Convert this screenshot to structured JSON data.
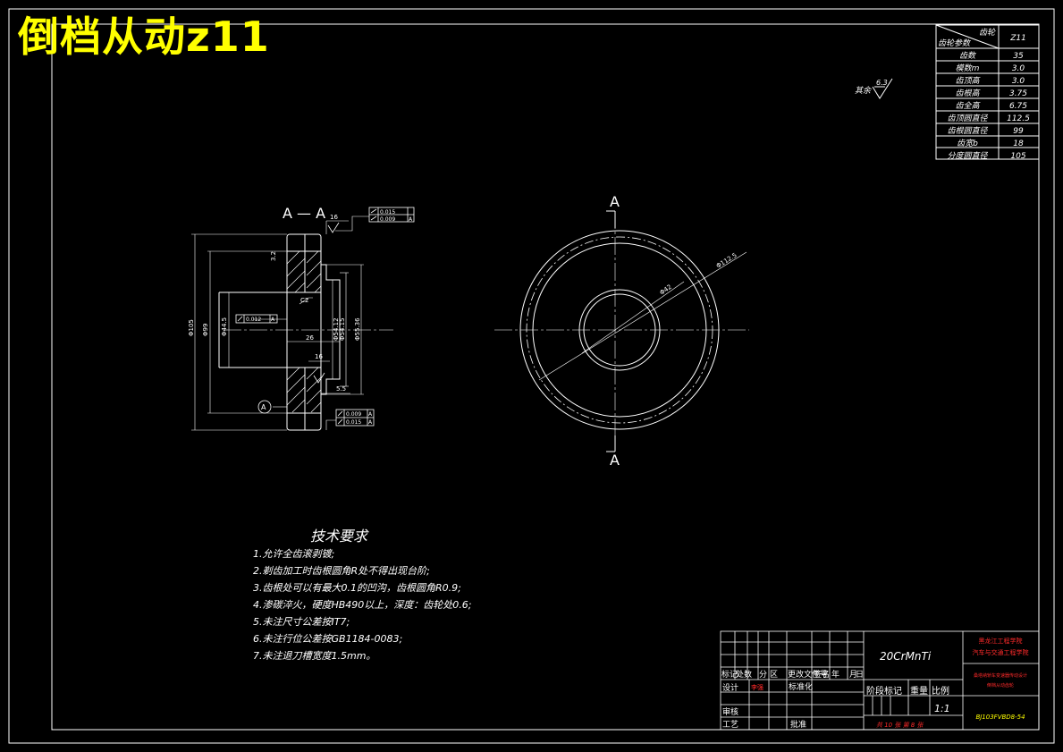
{
  "header": {
    "title": "倒档从动z11"
  },
  "colors": {
    "background": "#000000",
    "line": "#ffffff",
    "title": "#ffff00",
    "red": "#ff2a2a",
    "yellow": "#ffff00"
  },
  "param_table": {
    "head_right": "齿轮",
    "head_left": "齿轮参数",
    "head_value": "Z11",
    "rows": [
      {
        "label": "齿数",
        "value": "35"
      },
      {
        "label": "模数m",
        "value": "3.0"
      },
      {
        "label": "齿顶高",
        "value": "3.0"
      },
      {
        "label": "齿根高",
        "value": "3.75"
      },
      {
        "label": "齿全高",
        "value": "6.75"
      },
      {
        "label": "齿顶圆直径",
        "value": "112.5"
      },
      {
        "label": "齿根圆直径",
        "value": "99"
      },
      {
        "label": "齿宽b",
        "value": "18"
      },
      {
        "label": "分度圆直径",
        "value": "105"
      }
    ]
  },
  "roughness_note": {
    "prefix": "其余",
    "value": "6.3"
  },
  "section_view": {
    "label": "A — A",
    "dims": {
      "d_outer": "Φ105",
      "d_root": "Φ99",
      "d_bore": "Φ44.5",
      "d_shaft1": "Φ54.12",
      "d_shaft2": "Φ54.15",
      "d_shaft3": "Φ55.36",
      "width_26": "26",
      "width_16_top": "16",
      "width_16_mid": "16",
      "width_5_5": "5.5",
      "chamfer_c2": "C2",
      "rough_3_2": "3.2"
    },
    "tol_top": {
      "line1": "0.015",
      "line2": "0.009",
      "datum": "A"
    },
    "tol_left": {
      "value": "0.012",
      "datum": "A"
    },
    "tol_bottom": {
      "line1": "0.009",
      "datum1": "A",
      "line2": "0.015",
      "datum2": "A"
    },
    "datum_symbol": "A"
  },
  "front_view": {
    "section_mark_top": "A",
    "section_mark_bottom": "A",
    "dim_outer": "Φ112.5",
    "dim_inner": "Φ42"
  },
  "tech_req": {
    "title": "技术要求",
    "items": [
      "1.允许全齿滚剥镀;",
      "2.剃齿加工时齿根圆角R处不得出现台阶;",
      "3.齿根处可以有最大0.1的凹沟，齿根圆角R0.9;",
      "4.渗碳淬火，硬度HB490以上，深度：齿轮处0.6;",
      "5.未注尺寸公差按IT7;",
      "6.未注行位公差按GB1184-0083;",
      "7.未注退刀槽宽度1.5mm。"
    ]
  },
  "title_block": {
    "material": "20CrMnTi",
    "school_line1": "黑龙江工程学院",
    "school_line2": "汽车与交通工程学院",
    "drawing_name_line1": "桑塔纳轿车变速器传动设计",
    "drawing_name_line2": "倒档从动齿轮",
    "drawing_no": "BJ103FVBD8-54",
    "scale_value": "1:1",
    "sheets": "共 10 张  第 8 张",
    "revision_labels": [
      "标记",
      "处数",
      "分",
      "区",
      "更改文件号",
      "签名",
      "年",
      "月",
      "日"
    ],
    "design_label": "设计",
    "design_name": "李强",
    "standardize_label": "标准化",
    "review_label": "审核",
    "process_label": "工艺",
    "approve_label": "批准",
    "stage_label": "阶段标记",
    "weight_label": "重量",
    "scale_label": "比例"
  }
}
